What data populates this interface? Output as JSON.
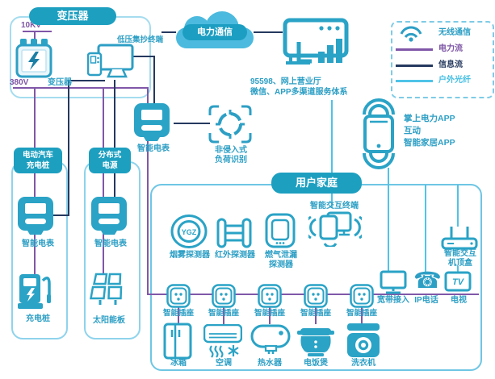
{
  "colors": {
    "accent": "#2d9fc5",
    "pill": "#1d9fc0",
    "power_flow": "#8057a8",
    "info_flow": "#25395f",
    "fiber": "#4fc3e8"
  },
  "legend": {
    "wireless": "无线通信",
    "power": "电力流",
    "info": "信息流",
    "fiber": "户外光纤"
  },
  "transformer": {
    "title": "变压器",
    "hv": "10KV",
    "lv": "380V",
    "label": "变压器",
    "terminal": "低压集抄终端"
  },
  "cloud": {
    "label": "电力通信"
  },
  "business": {
    "line1": "95598、网上营业厅",
    "line2": "微信、APP多渠道服务体系"
  },
  "app": {
    "line1": "掌上电力APP",
    "line2": "互动",
    "line3": "智能家居APP"
  },
  "meter": {
    "label": "智能电表"
  },
  "load": {
    "line1": "非侵入式",
    "line2": "负荷识别"
  },
  "ev": {
    "title1": "电动汽车",
    "title2": "充电桩",
    "meter": "智能电表",
    "charger": "充电桩"
  },
  "dg": {
    "title1": "分布式",
    "title2": "电源",
    "meter": "智能电表",
    "solar": "太阳能板"
  },
  "home": {
    "title": "用户家庭",
    "terminal": "智能交互终端",
    "smoke": "烟雾探测器",
    "smoke_badge": "YGZ",
    "infrared": "红外探测器",
    "gas1": "燃气泄漏",
    "gas2": "探测器",
    "stb1": "智能交互",
    "stb2": "机顶盒",
    "broadband": "宽带接入",
    "ipphone": "IP电话",
    "tv": "电视",
    "tv_badge": "TV",
    "socket": "智能插座",
    "appliances": [
      "冰箱",
      "空调",
      "热水器",
      "电饭煲",
      "洗衣机"
    ]
  }
}
